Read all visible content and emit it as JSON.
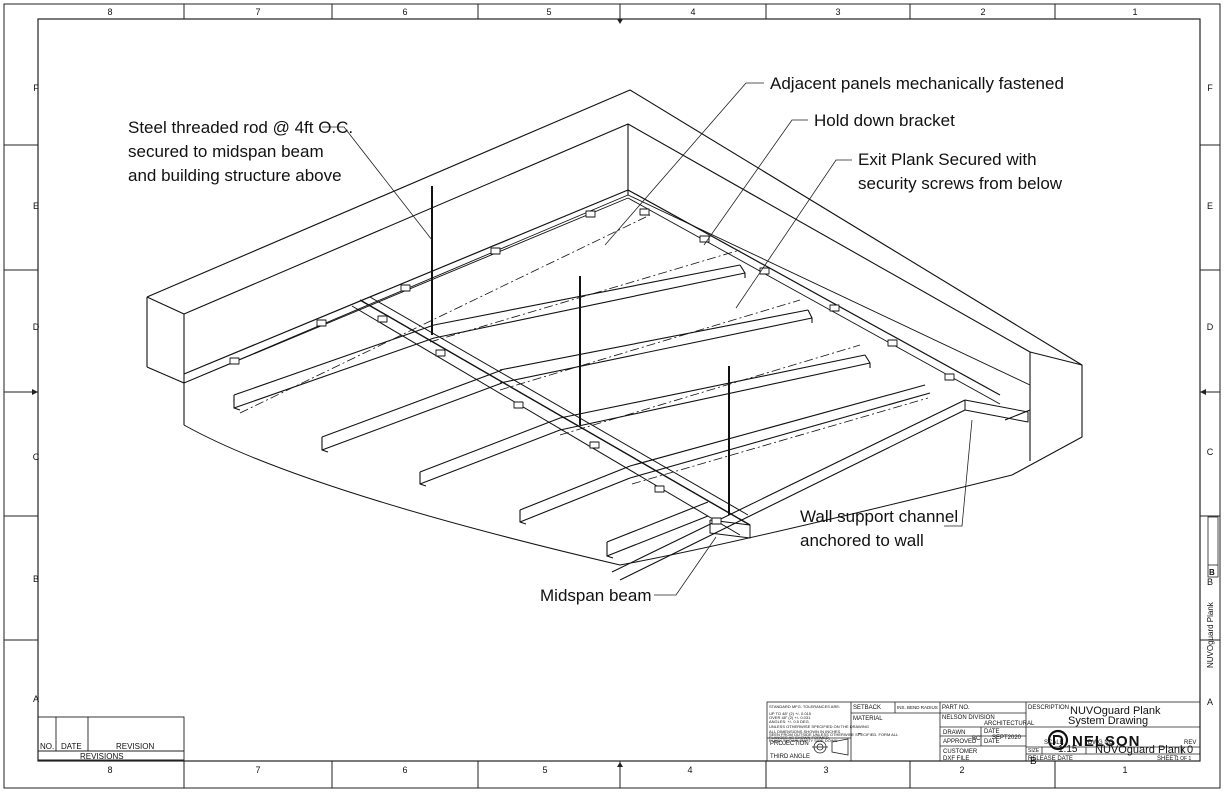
{
  "border": {
    "cols": [
      "8",
      "7",
      "6",
      "5",
      "4",
      "3",
      "2",
      "1"
    ],
    "rows": [
      "F",
      "E",
      "D",
      "C",
      "B",
      "A"
    ]
  },
  "callouts": {
    "adjacent": "Adjacent panels mechanically fastened",
    "hold_down": "Hold down bracket",
    "exit_plank_1": "Exit Plank Secured with",
    "exit_plank_2": "security screws from below",
    "rod_1": "Steel threaded rod @ 4ft O.C.",
    "rod_2": "secured to midspan beam",
    "rod_3": "and building structure above",
    "wall_channel_1": "Wall support channel",
    "wall_channel_2": "anchored to wall",
    "midspan": "Midspan beam"
  },
  "revisions": {
    "col_no": "NO.",
    "col_date": "DATE",
    "col_revision": "REVISION",
    "title": "REVISIONS"
  },
  "title_block": {
    "std_notes": [
      "STANDARD MFG. TOLERANCES ARE:",
      "UP TO 48\" (2) +/- 0.015",
      "OVER 48\" (2) +/- 0.031",
      "ANGLES: +/- 0.5 DEG.",
      "UNLESS OTHERWISE SPECIFIED ON THE DRAWING",
      "ALL DIMENSIONS SHOWN IN INCHES",
      "SEEN FROM OUTSIDE UNLESS OTHERWISE SPECIFIED. FORM ALL",
      "FLANGES AS SHOWN FORMED,",
      "FLANK SHOWN EMPTY SIDE DOWN"
    ],
    "projection": "PROJECTION",
    "third_angle": "THIRD ANGLE",
    "setback": "SETBACK",
    "bend_radius": "INS. BEND RADIUS",
    "material": "MATERIAL",
    "material_value": "–",
    "part_no": "PART NO.",
    "division": "NELSON DIVISION",
    "division_value": "ARCHITECTURAL",
    "drawn": "DRAWN",
    "drawn_by": "BC",
    "date_label": "DATE",
    "date_value": "SEPT2020",
    "approved": "APPROVED",
    "date2_label": "DATE",
    "customer": "CUSTOMER",
    "dxf_file": "DXF FILE",
    "description_label": "DESCRIPTION",
    "description_1": "NUVOguard Plank",
    "description_2": "System Drawing",
    "logo_text": "NELSON",
    "size_label": "SIZE",
    "size_value": "B",
    "scale_label": "SCALE",
    "scale_value": "1:15",
    "dwg_label": "DWG NO.",
    "dwg_value": "NUVOguard Plank",
    "rev_label": "REV",
    "rev_value": "0",
    "release_date": "RELEASE DATE",
    "sheet": "SHEET:",
    "sheet_value": "1 OF 1"
  },
  "side_tab": {
    "size": "B",
    "name": "NUVOguard Plank"
  }
}
